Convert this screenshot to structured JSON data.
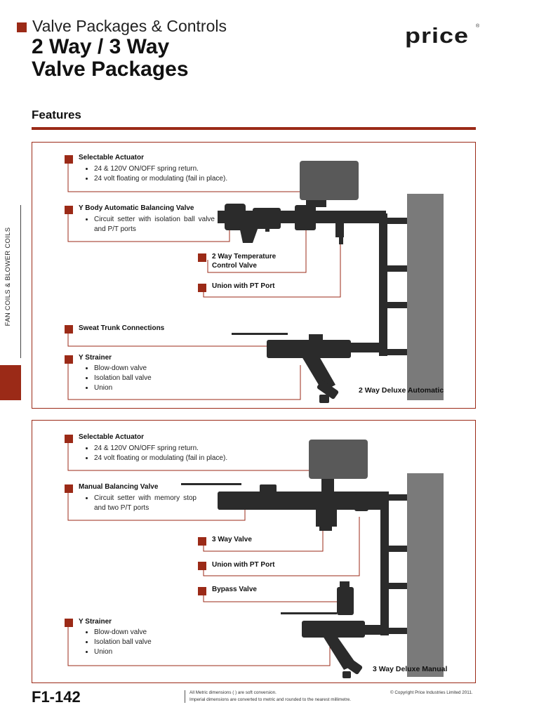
{
  "header": {
    "section": "Valve Packages & Controls",
    "title_line1": "2 Way / 3 Way",
    "title_line2": "Valve Packages",
    "logo": "price",
    "logo_mark": "®"
  },
  "features_heading": "Features",
  "side_tab": {
    "label": "FAN COILS & BLOWER COILS"
  },
  "panel1": {
    "caption": "2 Way Deluxe Automatic",
    "items": [
      {
        "label": "Selectable Actuator",
        "bullets": [
          "24 & 120V ON/OFF spring return.",
          "24 volt floating or modulating (fail in place)."
        ]
      },
      {
        "label": "Y Body Automatic Balancing Valve",
        "bullets": [
          "Circuit setter with isolation ball valve and P/T ports"
        ]
      },
      {
        "label_line1": "2 Way Temperature",
        "label_line2": "Control Valve"
      },
      {
        "label": "Union with PT Port"
      },
      {
        "label": "Sweat Trunk Connections"
      },
      {
        "label": "Y Strainer",
        "bullets": [
          "Blow-down valve",
          "Isolation ball valve",
          "Union"
        ]
      }
    ]
  },
  "panel2": {
    "caption": "3 Way Deluxe Manual",
    "items": [
      {
        "label": "Selectable Actuator",
        "bullets": [
          "24 & 120V ON/OFF spring return.",
          "24 volt floating or modulating (fail in place)."
        ]
      },
      {
        "label": "Manual Balancing Valve",
        "bullets": [
          "Circuit setter with memory stop and two P/T ports"
        ]
      },
      {
        "label": "3 Way Valve"
      },
      {
        "label": "Union with PT Port"
      },
      {
        "label": "Bypass Valve"
      },
      {
        "label": "Y Strainer",
        "bullets": [
          "Blow-down valve",
          "Isolation ball valve",
          "Union"
        ]
      }
    ]
  },
  "footer": {
    "page_number": "F1-142",
    "note1": "All Metric dimensions ( ) are soft conversion.",
    "note2": "Imperial dimensions are converted to metric and rounded to the nearest millimetre.",
    "copyright": "© Copyright Price Industries Limited 2011."
  },
  "colors": {
    "accent": "#9b2a17",
    "pipe": "#2b2b2b",
    "coil": "#7a7a7a"
  }
}
